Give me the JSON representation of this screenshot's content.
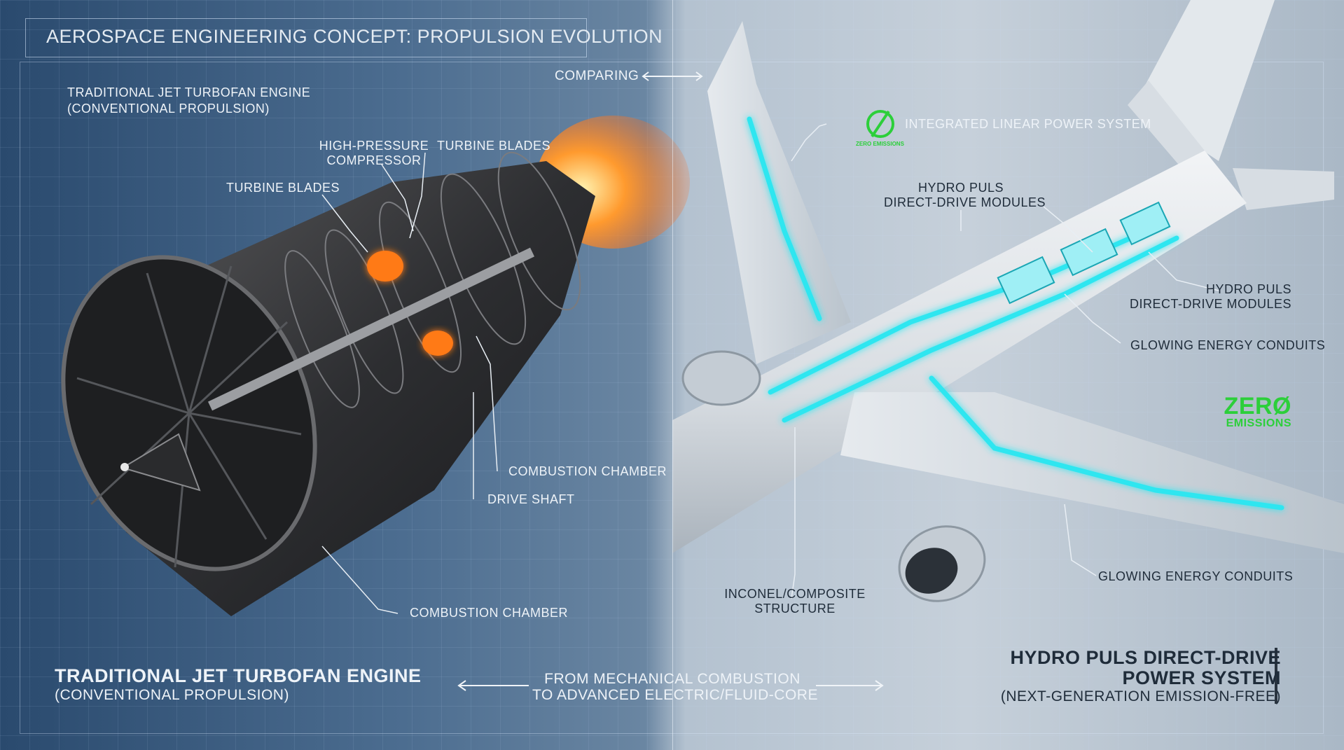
{
  "header": {
    "title": "AEROSPACE ENGINEERING CONCEPT: PROPULSION EVOLUTION",
    "comparing": "COMPARING"
  },
  "left": {
    "top_label_line1": "TRADITIONAL JET TURBOFAN ENGINE",
    "top_label_line2": "(CONVENTIONAL PROPULSION)",
    "callouts": {
      "hp_compressor_line1": "HIGH-PRESSURE",
      "hp_compressor_line2": "COMPRESSOR",
      "turbine_blades_top": "TURBINE BLADES",
      "turbine_blades_left": "TURBINE BLADES",
      "combustion_chamber_right": "COMBUSTION CHAMBER",
      "drive_shaft": "DRIVE SHAFT",
      "combustion_chamber_bottom": "COMBUSTION CHAMBER"
    },
    "bottom_heading": "TRADITIONAL JET TURBOFAN ENGINE",
    "bottom_sub": "(CONVENTIONAL PROPULSION)"
  },
  "center_caption": {
    "line1": "FROM MECHANICAL COMBUSTION",
    "line2": "TO ADVANCED ELECTRIC/FLUID-CORE"
  },
  "right": {
    "badge_symbol": "Ø",
    "badge_text": "ZERO EMISSIONS",
    "callouts": {
      "integrated_linear": "INTEGRATED LINEAR POWER SYSTEM",
      "hydro_modules_top_line1": "HYDRO PULS",
      "hydro_modules_top_line2": "DIRECT-DRIVE MODULES",
      "hydro_modules_right_line1": "HYDRO PULS",
      "hydro_modules_right_line2": "DIRECT-DRIVE MODULES",
      "glowing_conduits_top": "GLOWING ENERGY CONDUITS",
      "glowing_conduits_bottom": "GLOWING ENERGY CONDUITS",
      "inconel_line1": "INCONEL/COMPOSITE",
      "inconel_line2": "STRUCTURE"
    },
    "zero_big": "ZERØ",
    "zero_big_sub": "EMISSIONS",
    "bottom_heading_line1": "HYDRO PULS DIRECT-DRIVE",
    "bottom_heading_line2": "POWER SYSTEM",
    "bottom_sub": "(NEXT-GENERATION EMISSION-FREE)"
  },
  "colors": {
    "accent_cyan": "#2ee6f0",
    "zero_green": "#2ccf3a",
    "flame_orange": "#ff8a1e"
  }
}
